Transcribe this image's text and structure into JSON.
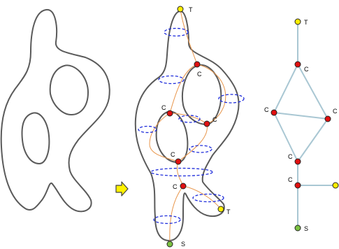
{
  "colors": {
    "outline": "#5a5a5a",
    "orange_path": "#e8954a",
    "blue_ellipse": "#1f2ddb",
    "critical_node": "#e01010",
    "top_node": "#ffee00",
    "bottom_node": "#7cc242",
    "graph_edge": "#a9c7d3",
    "arrow_fill": "#fff200",
    "arrow_stroke": "#444444"
  },
  "middle": {
    "labels": {
      "t_top": "T",
      "c1": "C",
      "c2": "C",
      "c3": "C",
      "c4": "C",
      "c5": "C",
      "t_bottom": "T",
      "s": "S"
    }
  },
  "graph": {
    "labels": {
      "t": "T",
      "c1": "C",
      "c2": "C",
      "c3": "C",
      "c4": "C",
      "c5": "C",
      "s": "S"
    }
  }
}
